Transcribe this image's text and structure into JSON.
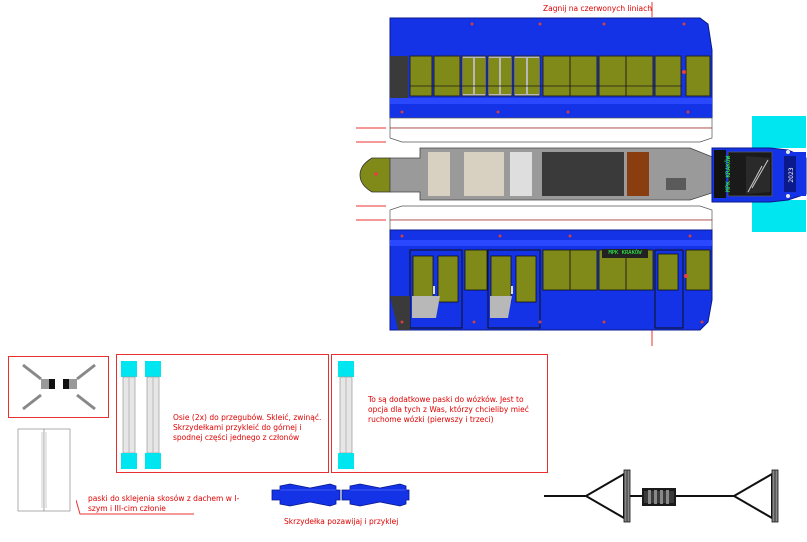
{
  "instructions": {
    "fold_note": "Zagnij na czerwonych liniach",
    "axles_note": "Osie (2x) do przegubów. Skleić, zwinąć. Skrzydełkami przykleić do górnej i spodnej części jednego z członów",
    "bogie_strips_note": "To są dodatkowe paski do wózków. Jest to opcja dla tych z Was, którzy chcieliby mieć ruchome wózki (pierwszy i trzeci)",
    "roof_strips_note": "paski do sklejenia skosów z dachem w I-szym i III-cim członie",
    "wings_note": "Skrzydełka pozawijaj i przyklej"
  },
  "tram": {
    "destination_display": "MPK KRAKÓW",
    "side_display": "MPK KRAKÓW",
    "fleet_number": "2023"
  },
  "colors": {
    "body_blue": "#1432e6",
    "window_olive": "#808a18",
    "roof_grey": "#9a9a9a",
    "cyan_tab": "#00e6f0",
    "cut_line": "#e83030"
  }
}
